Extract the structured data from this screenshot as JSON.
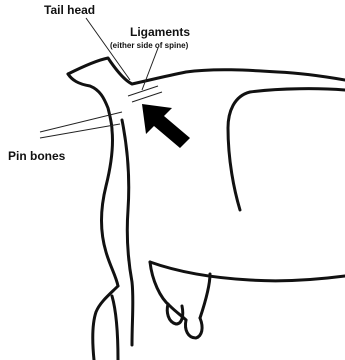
{
  "labels": {
    "tail_head": "Tail head",
    "ligaments": "Ligaments",
    "ligaments_note": "(either side of spine)",
    "pin_bones": "Pin bones"
  },
  "colors": {
    "line": "#111111",
    "arrow": "#000000",
    "background": "#ffffff"
  },
  "icons": {
    "arrow": "arrow-pointing-up-left-icon"
  }
}
